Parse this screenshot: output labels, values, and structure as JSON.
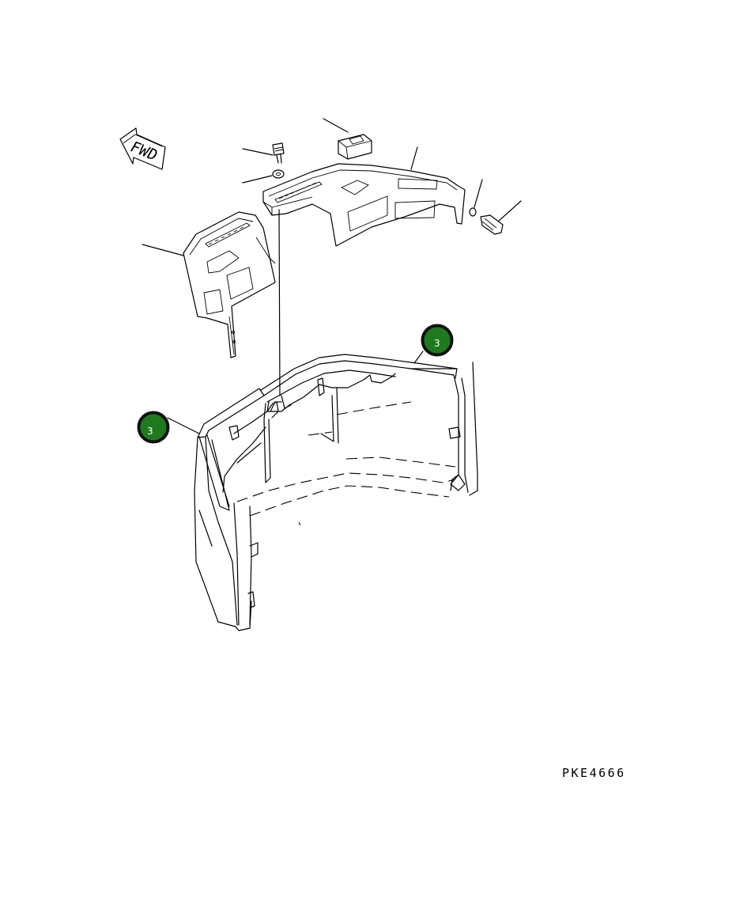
{
  "diagram": {
    "direction_label": "FWD",
    "drawing_code": "PKE4666",
    "callouts": [
      {
        "id": "callout-right",
        "label": "3"
      },
      {
        "id": "callout-left",
        "label": "3"
      }
    ],
    "colors": {
      "line": "#000000",
      "callout_fill": "#1f7a1f",
      "callout_text": "#ffffff",
      "background": "#ffffff"
    }
  }
}
